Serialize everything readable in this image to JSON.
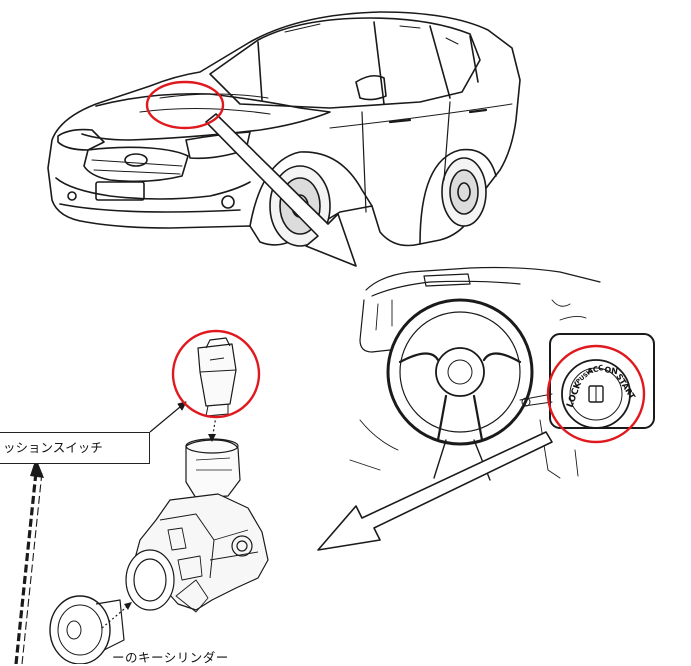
{
  "labels": {
    "ignition_switch": "ッションスイッチ",
    "key_cylinder": "ーのキーシリンダー"
  },
  "key_positions": {
    "lock": "LOCK",
    "push": "PUSH",
    "acc": "ACC",
    "on": "ON",
    "start": "START"
  },
  "colors": {
    "highlight_circle": "#e0191e",
    "line_art": "#1a1a1a"
  }
}
